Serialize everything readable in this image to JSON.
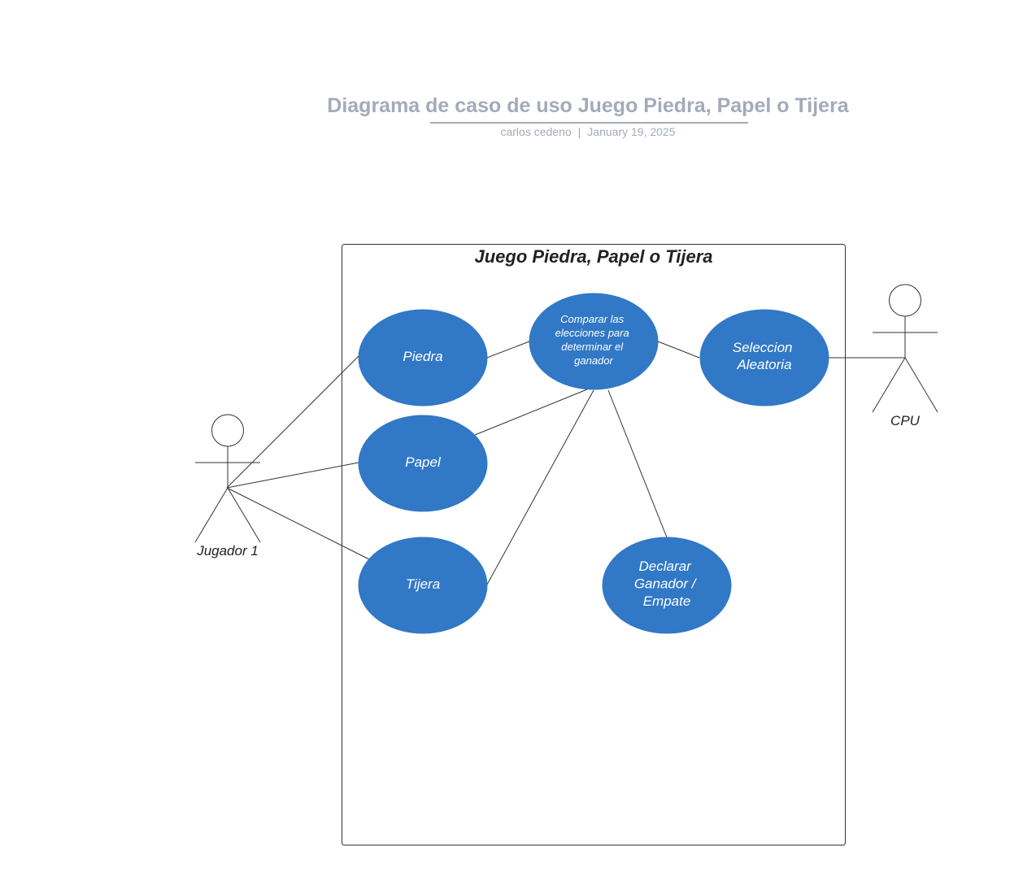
{
  "header": {
    "title": "Diagrama de caso de uso Juego Piedra, Papel o Tijera",
    "author": "carlos cedeno",
    "separator": "|",
    "date": "January 19, 2025"
  },
  "system": {
    "title": "Juego Piedra, Papel o Tijera"
  },
  "actors": {
    "player": "Jugador 1",
    "cpu": "CPU"
  },
  "use_cases": {
    "piedra": [
      "Piedra"
    ],
    "papel": [
      "Papel"
    ],
    "tijera": [
      "Tijera"
    ],
    "comparar": [
      "Comparar las",
      "elecciones para",
      "determinar el",
      "ganador"
    ],
    "seleccion": [
      "Seleccion",
      "Aleatoria"
    ],
    "declarar": [
      "Declarar",
      "Ganador /",
      "Empate"
    ]
  },
  "colors": {
    "use_case_fill": "#3178c6",
    "line": "#333333",
    "header_text": "#a3abb9"
  }
}
